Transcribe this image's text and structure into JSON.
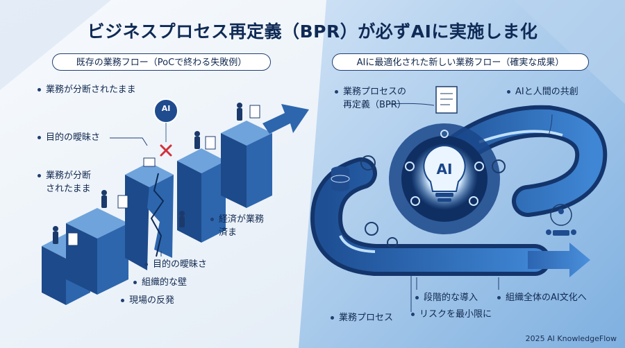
{
  "title": "ビジネスプロセス再定義（BPR）が必ずAIに実施しま化",
  "left": {
    "heading": "既存の業務フロー（PoCで終わる失敗例）",
    "labels": [
      "業務が分断されたまま",
      "目的の曖昧さ",
      "業務が分断\nされたまま",
      "経済が業務\n済ま",
      "目的の曖昧さ",
      "組織的な壁",
      "現場の反発"
    ],
    "ai_badge": "AI"
  },
  "right": {
    "heading": "AIに最適化された新しい業務フロー（確実な成果）",
    "labels": [
      "業務プロセスの\n再定義（BPR）",
      "AIと人間の共創",
      "段階的な導入",
      "組織全体のAI文化へ",
      "業務プロセス",
      "リスクを最小限に"
    ],
    "bulb_text": "AI"
  },
  "footer": "2025 AI KnowledgeFlow",
  "colors": {
    "navy": "#0f2a55",
    "accent_blue": "#2f6fc0",
    "light_blue": "#8fc0ec",
    "failure_red": "#d2303a"
  }
}
